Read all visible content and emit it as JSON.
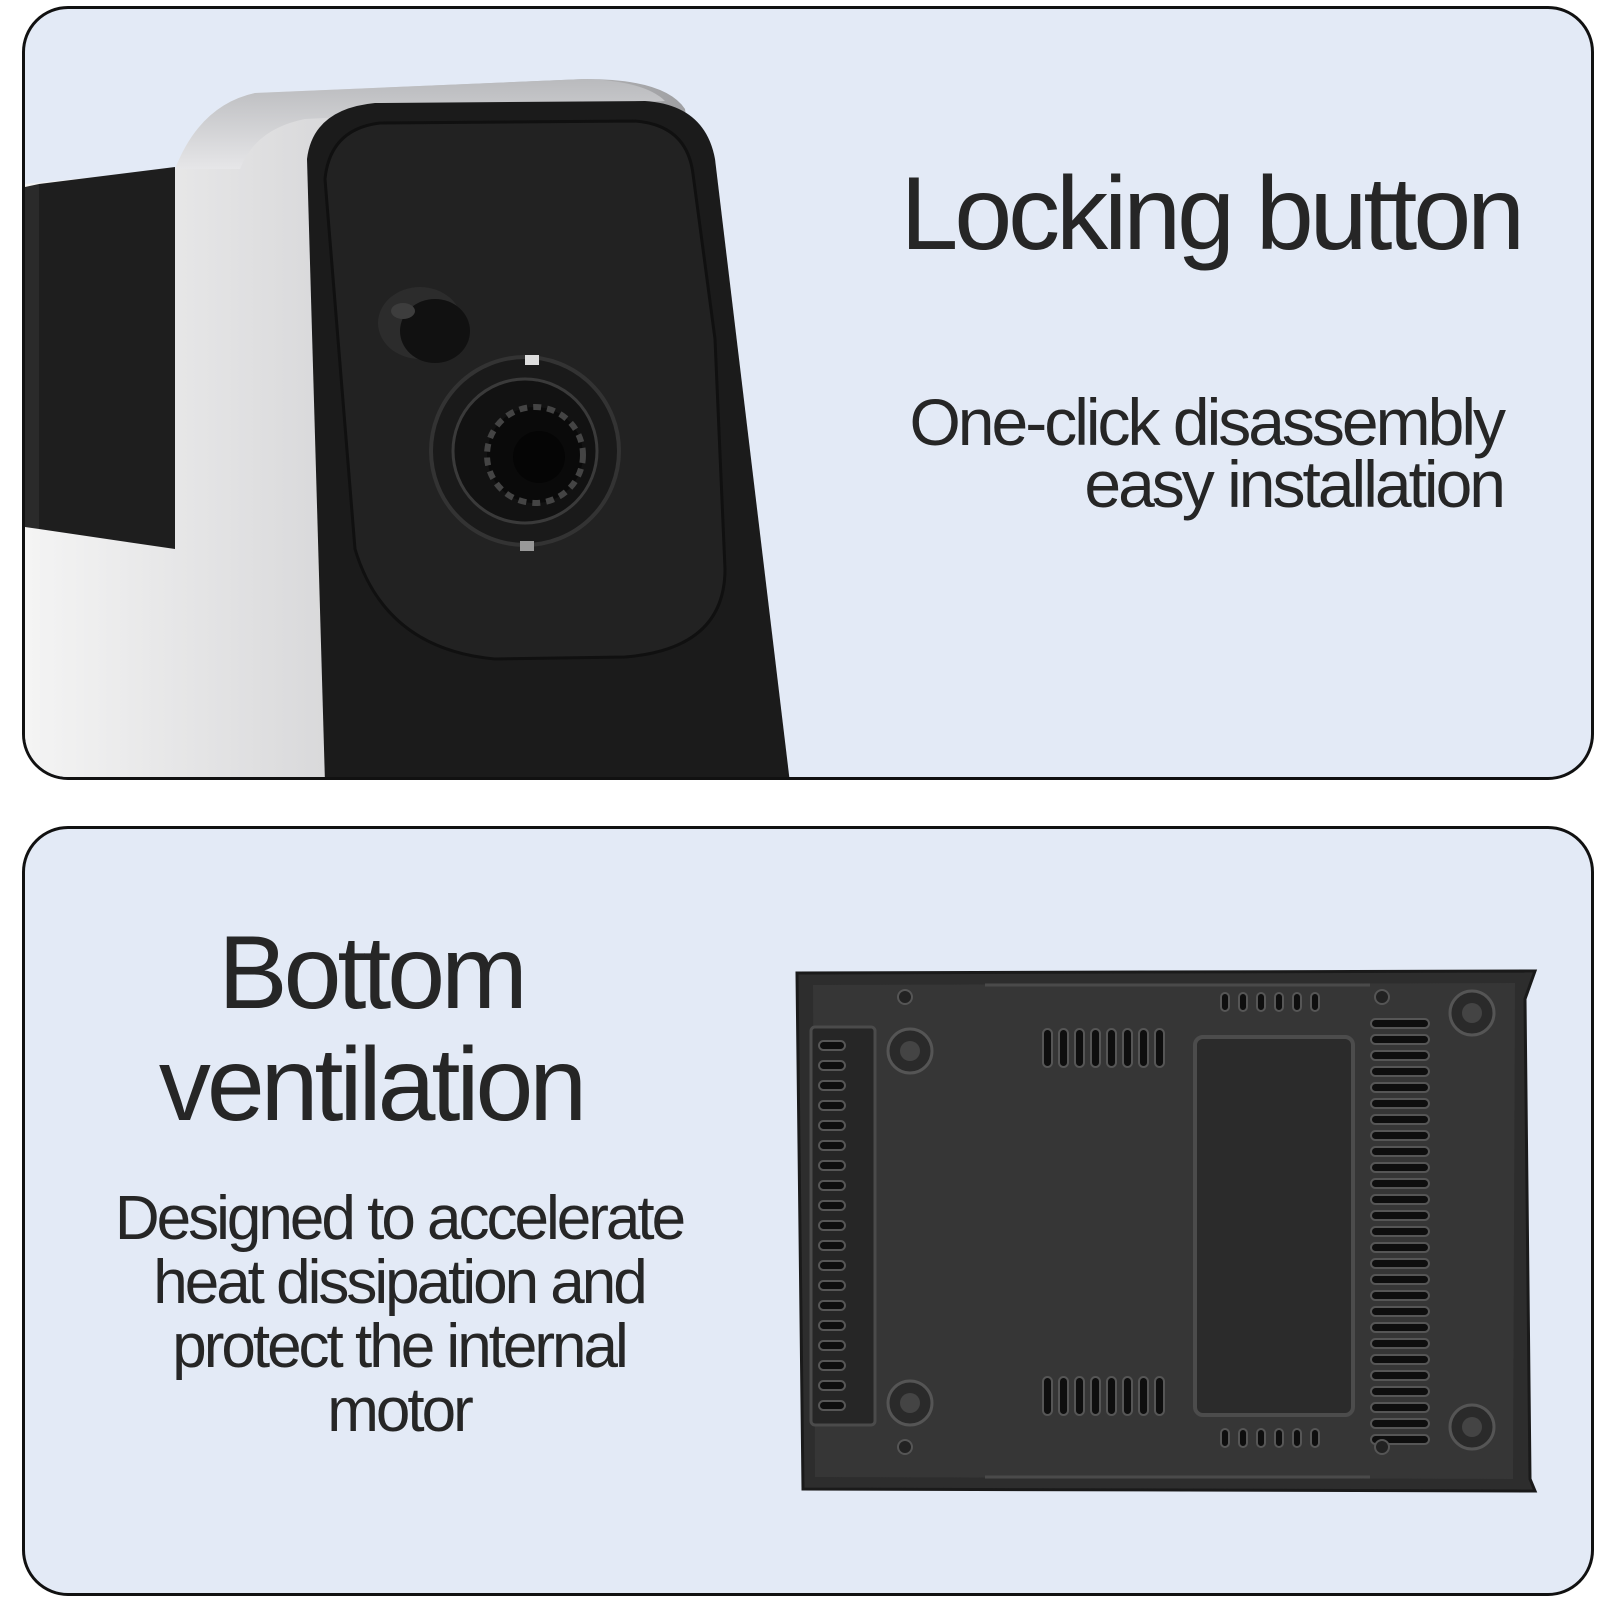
{
  "colors": {
    "panel_background": "#e3eaf6",
    "panel_border": "#111111",
    "text": "#262626",
    "device_black": "#1c1c1c",
    "device_silver": "#c9cacc"
  },
  "sections": [
    {
      "title": "Locking button",
      "description_lines": [
        "One-click disassembly",
        "easy installation"
      ],
      "image": "meat-grinder-locking-head-photo"
    },
    {
      "title_lines": [
        "Bottom",
        "ventilation"
      ],
      "description_lines": [
        "Designed to accelerate",
        "heat dissipation and",
        "protect the internal",
        "motor"
      ],
      "image": "device-bottom-vents-photo"
    }
  ]
}
